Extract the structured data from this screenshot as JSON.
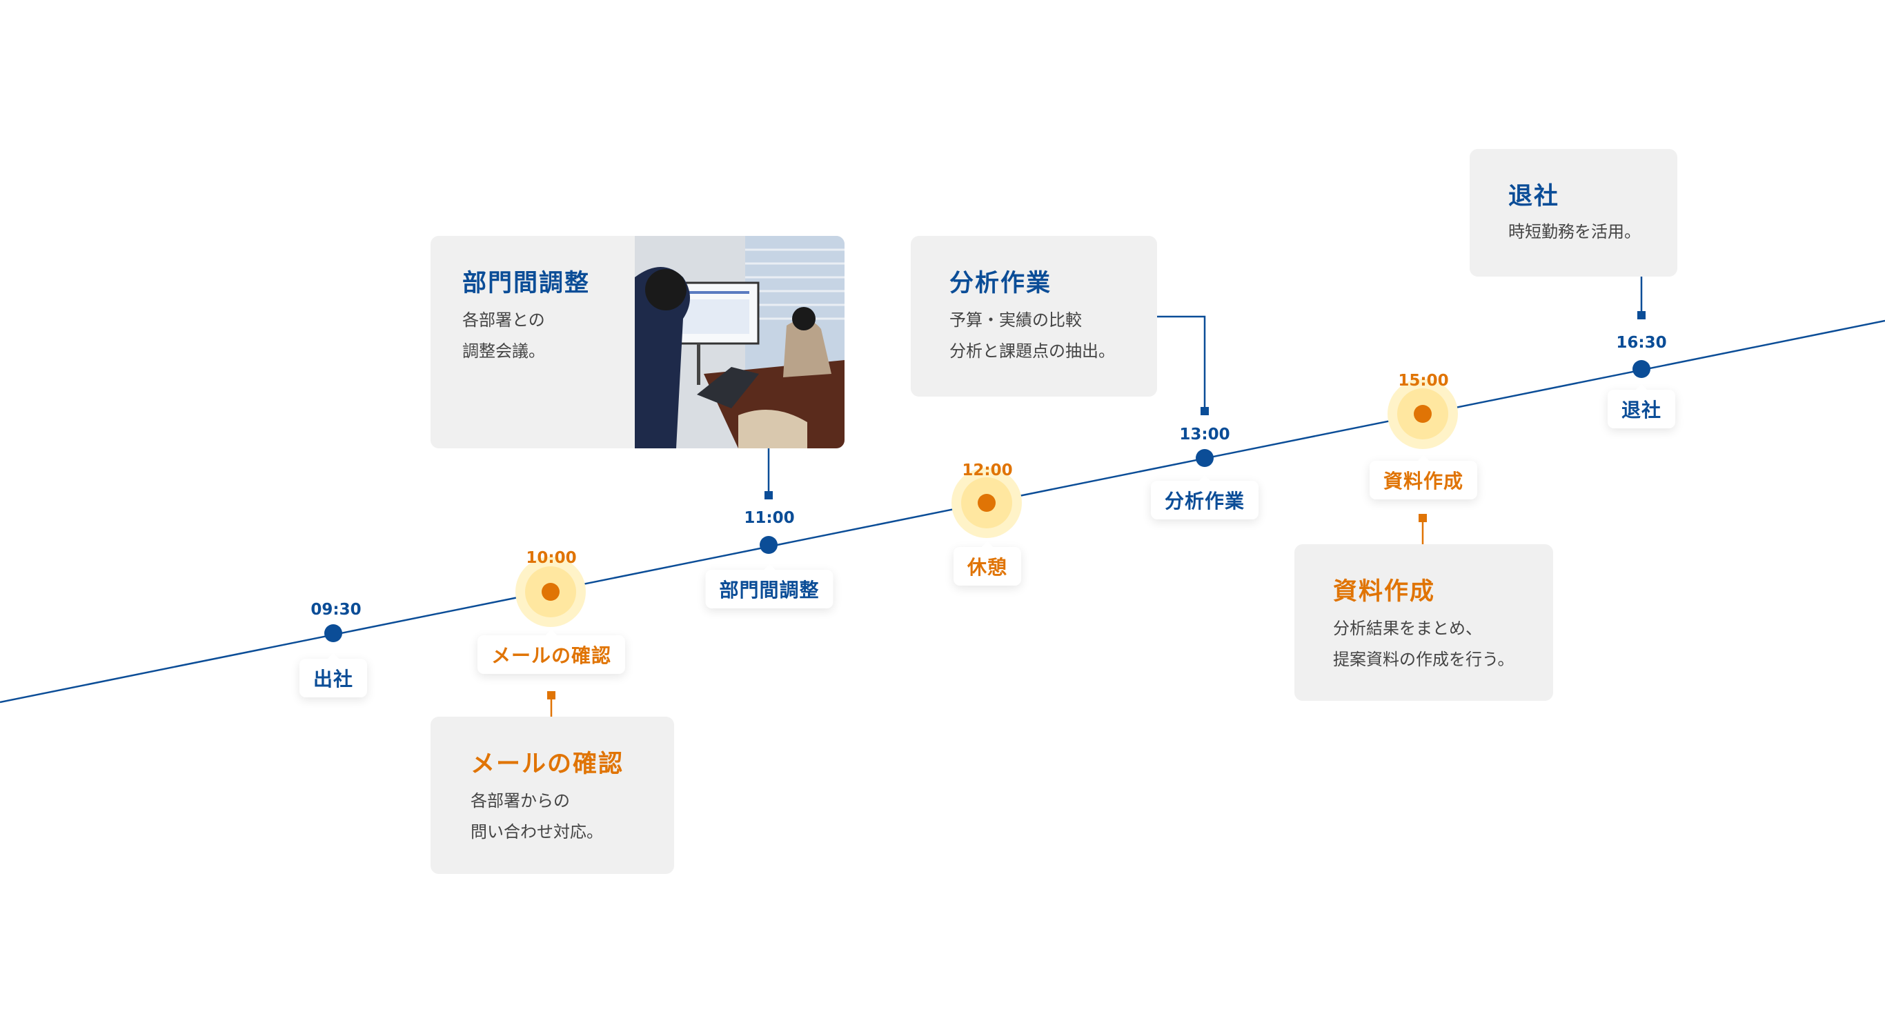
{
  "colors": {
    "primary": "#0b4d97",
    "accent": "#e07405",
    "halo_outer": "#fff3c8",
    "halo_inner": "#ffe7a0",
    "card_bg": "#f0f0f0",
    "text": "#444444"
  },
  "timeline": {
    "events": [
      {
        "time": "09:30",
        "label": "出社",
        "highlight": false
      },
      {
        "time": "10:00",
        "label": "メールの確認",
        "highlight": true
      },
      {
        "time": "11:00",
        "label": "部門間調整",
        "highlight": false
      },
      {
        "time": "12:00",
        "label": "休憩",
        "highlight": true
      },
      {
        "time": "13:00",
        "label": "分析作業",
        "highlight": false
      },
      {
        "time": "15:00",
        "label": "資料作成",
        "highlight": true
      },
      {
        "time": "16:30",
        "label": "退社",
        "highlight": false
      }
    ]
  },
  "cards": {
    "coordination": {
      "title": "部門間調整",
      "desc": "各部署との\n調整会議。",
      "photo": "meeting-room-photo"
    },
    "analysis": {
      "title": "分析作業",
      "desc": "予算・実績の比較\n分析と課題点の抽出。"
    },
    "leave": {
      "title": "退社",
      "desc": "時短勤務を活用。"
    },
    "email": {
      "title": "メールの確認",
      "desc": "各部署からの\n問い合わせ対応。"
    },
    "documents": {
      "title": "資料作成",
      "desc": "分析結果をまとめ、\n提案資料の作成を行う。"
    }
  }
}
